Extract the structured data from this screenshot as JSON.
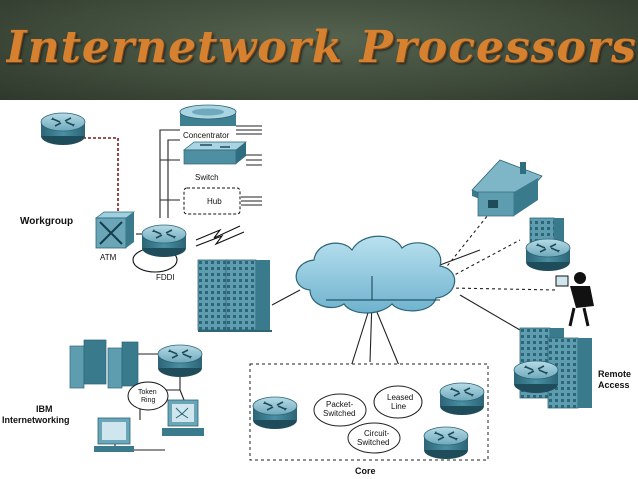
{
  "header": {
    "title": "Internetwork Processors"
  },
  "colors": {
    "header_bg": "#3e4a3a",
    "title": "#d6812f",
    "device": "#5fa0b3",
    "device_dark": "#2f6d80",
    "cloud": "#8cc6dd",
    "building": "#5b97aa"
  },
  "labels": {
    "concentrator": "Concentrator",
    "switch": "Switch",
    "hub": "Hub",
    "workgroup": "Workgroup",
    "atm": "ATM",
    "fddi": "FDDI",
    "token_ring": "Token\nRing",
    "ibm_internetworking": "IBM\nInternetworking",
    "packet_switched": "Packet-\nSwitched",
    "leased_line": "Leased\nLine",
    "circuit_switched": "Circuit-\nSwitched",
    "core": "Core",
    "remote_access": "Remote\nAccess"
  }
}
